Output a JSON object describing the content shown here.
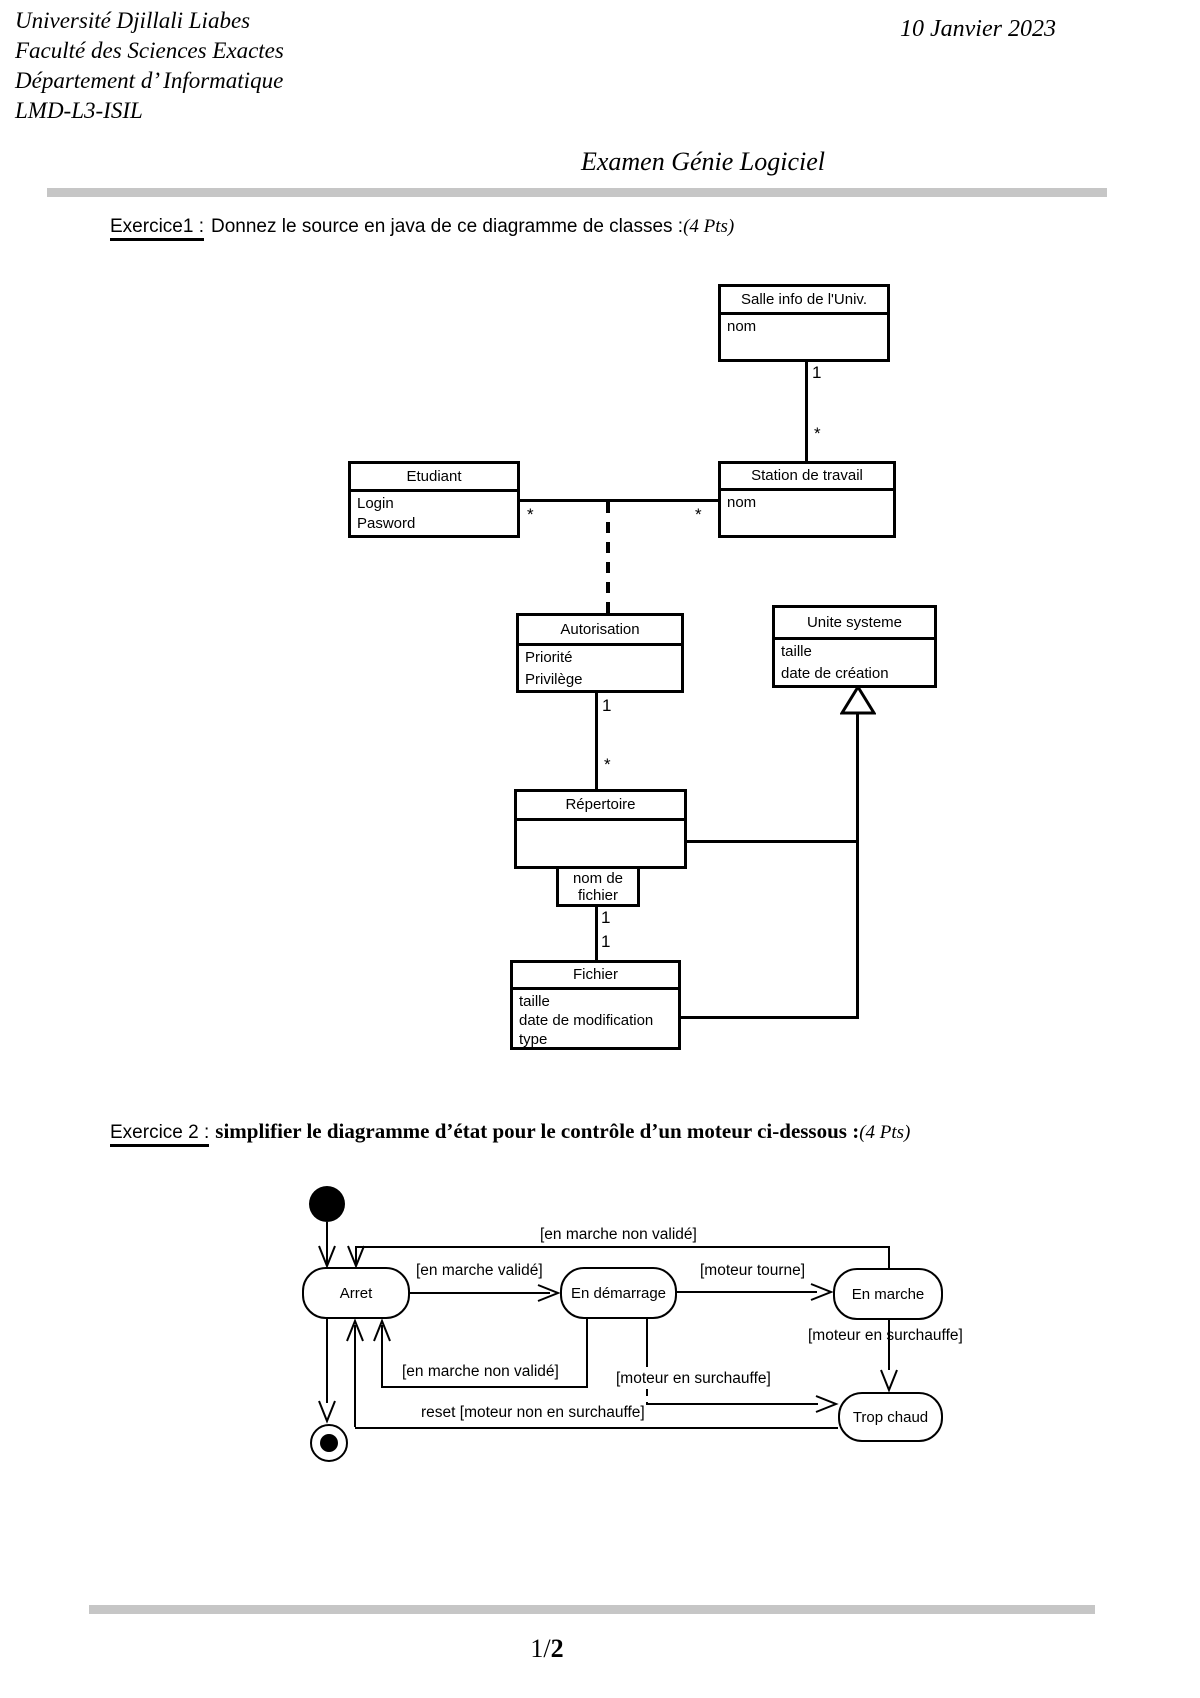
{
  "header": {
    "institution_lines": [
      "Université  Djillali Liabes",
      "Faculté des Sciences Exactes",
      "Département d’ Informatique",
      "LMD-L3-ISIL"
    ],
    "date": "10  Janvier 2023",
    "title": "Examen Génie Logiciel"
  },
  "exercise1": {
    "label": "Exercice1 :",
    "text": "Donnez le source en java de ce diagramme de classes :",
    "points": "(4 Pts)"
  },
  "exercise2": {
    "label": "Exercice 2 :",
    "text": "simplifier le diagramme d’état pour le contrôle d’un moteur ci-dessous :",
    "points": "(4 Pts)"
  },
  "class_diagram": {
    "classes": {
      "salle": {
        "name": "Salle info de l'Univ.",
        "attrs": [
          "nom"
        ]
      },
      "etudiant": {
        "name": "Etudiant",
        "attrs": [
          "Login",
          "Pasword"
        ]
      },
      "station": {
        "name": "Station de travail",
        "attrs": [
          "nom"
        ]
      },
      "autorisation": {
        "name": "Autorisation",
        "attrs": [
          "Priorité",
          "Privilège"
        ]
      },
      "unite": {
        "name": "Unite systeme",
        "attrs": [
          "taille",
          "date de création"
        ]
      },
      "repertoire": {
        "name": "Répertoire",
        "attrs": []
      },
      "fichier": {
        "name": "Fichier",
        "attrs": [
          "taille",
          "date de modification",
          "type"
        ]
      }
    },
    "association_class_label": {
      "line1": "nom de",
      "line2": "fichier"
    },
    "multiplicities": {
      "salle_end": "1",
      "station_end": "*",
      "etudiant_end": "*",
      "station_assoc_end": "*",
      "autorisation_end": "1",
      "repertoire_end": "*",
      "nomfichier_end": "1",
      "fichier_end": "1"
    }
  },
  "state_diagram": {
    "states": {
      "arret": "Arret",
      "demarrage": "En démarrage",
      "marche": "En marche",
      "trop_chaud": "Trop chaud"
    },
    "transitions": {
      "marche_to_arret": "[en marche non validé]",
      "arret_to_demarrage": "[en marche validé]",
      "demarrage_to_marche": "[moteur tourne]",
      "marche_to_trop": "[moteur en surchauffe]",
      "demarrage_to_arret": "[en marche non validé]",
      "demarrage_to_trop": "[moteur en surchauffe]",
      "trop_to_arret": "reset [moteur non en surchauffe]"
    }
  },
  "footer": {
    "page_prefix": "1/",
    "page_suffix": "2"
  }
}
